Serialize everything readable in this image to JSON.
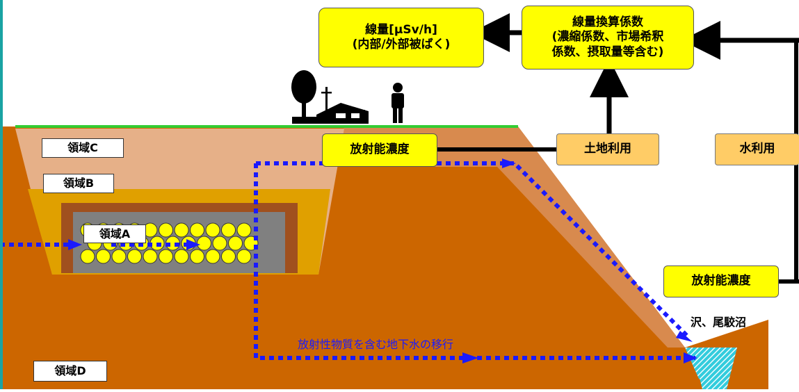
{
  "zones": {
    "c": "領域C",
    "b": "領域B",
    "a": "領域A",
    "d": "領域D"
  },
  "boxes": {
    "dose": [
      "線量[μSv/h]",
      "(内部/外部被ばく)"
    ],
    "conversion": [
      "線量換算係数",
      "(濃縮係数、市場希釈",
      "係数、摂取量等含む)"
    ],
    "land_use": "土地利用",
    "water_use": "水利用",
    "radioactivity_land": "放射能濃度",
    "radioactivity_pond": "放射能濃度"
  },
  "labels": {
    "pond": "沢、尾駮沼",
    "groundwater": "放射性物質を含む地下水の移行"
  },
  "colors": {
    "ground": "#cc6600",
    "cover": "#e6b088",
    "slope_band": "#d88a4e",
    "zone_b": "#e0a000",
    "zone_a_frame": "#a0501e",
    "waste_gray": "#808080",
    "drum": "#ffff00",
    "grass": "#33cc33",
    "arrow_blue": "#1a1aff",
    "water": "#33ccdd",
    "border_teal": "#1aa3a3"
  },
  "icons": [
    "tree-icon",
    "utility-pole-icon",
    "house-icon",
    "person-icon"
  ]
}
